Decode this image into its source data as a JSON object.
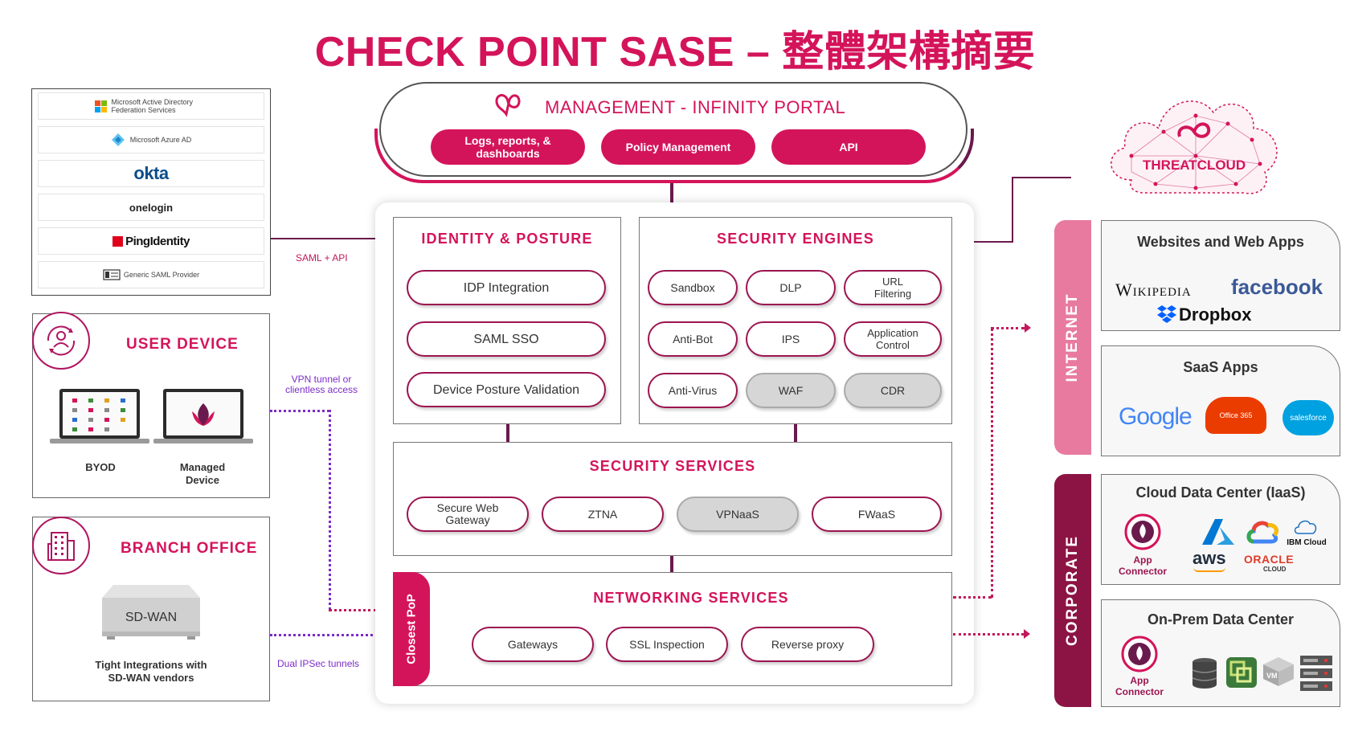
{
  "title": "CHECK POINT SASE – 整體架構摘要",
  "identity_providers": [
    "Microsoft Active Directory Federation Services",
    "Microsoft Azure AD",
    "okta",
    "onelogin",
    "PingIdentity",
    "Generic SAML Provider"
  ],
  "connectors": {
    "saml": "SAML + API",
    "vpn_line1": "VPN tunnel or",
    "vpn_line2": "clientless access",
    "ipsec": "Dual IPSec tunnels",
    "closest_pop": "Closest PoP"
  },
  "user_device": {
    "title": "USER DEVICE",
    "byod": "BYOD",
    "managed_line1": "Managed",
    "managed_line2": "Device"
  },
  "branch_office": {
    "title": "BRANCH OFFICE",
    "sdwan": "SD-WAN",
    "caption_line1": "Tight Integrations with",
    "caption_line2": "SD-WAN vendors"
  },
  "management": {
    "title": "MANAGEMENT - INFINITY PORTAL",
    "buttons": [
      "Logs, reports, &",
      "dashboards",
      "Policy Management",
      "API"
    ]
  },
  "identity_posture": {
    "title": "IDENTITY & POSTURE",
    "items": [
      "IDP Integration",
      "SAML SSO",
      "Device Posture Validation"
    ]
  },
  "security_engines": {
    "title": "SECURITY ENGINES",
    "items": [
      "Sandbox",
      "DLP",
      "URL",
      "Filtering",
      "Anti-Bot",
      "IPS",
      "Application",
      "Control",
      "Anti-Virus",
      "WAF",
      "CDR"
    ]
  },
  "security_services": {
    "title": "SECURITY SERVICES",
    "items": [
      "Secure Web",
      "Gateway",
      "ZTNA",
      "VPNaaS",
      "FWaaS"
    ]
  },
  "networking_services": {
    "title": "NETWORKING SERVICES",
    "items": [
      "Gateways",
      "SSL Inspection",
      "Reverse proxy"
    ]
  },
  "threatcloud": "THREATCLOUD",
  "internet": {
    "label": "INTERNET",
    "websites_title": "Websites and Web Apps",
    "websites": [
      "Wikipedia",
      "facebook",
      "Dropbox"
    ],
    "saas_title": "SaaS Apps",
    "saas": [
      "Google",
      "Office 365",
      "salesforce"
    ]
  },
  "corporate": {
    "label": "CORPORATE",
    "iaas_title": "Cloud Data Center (IaaS)",
    "iaas": [
      "aws",
      "ORACLE",
      "CLOUD",
      "IBM Cloud"
    ],
    "onprem_title": "On-Prem Data Center",
    "app_connector_line1": "App",
    "app_connector_line2": "Connector"
  },
  "colors": {
    "accent": "#d4145a",
    "dark_accent": "#6a1a4c",
    "internet_band": "#e87aa0",
    "corporate_band": "#8c1444",
    "dotted_purple": "#7b2cc9"
  }
}
